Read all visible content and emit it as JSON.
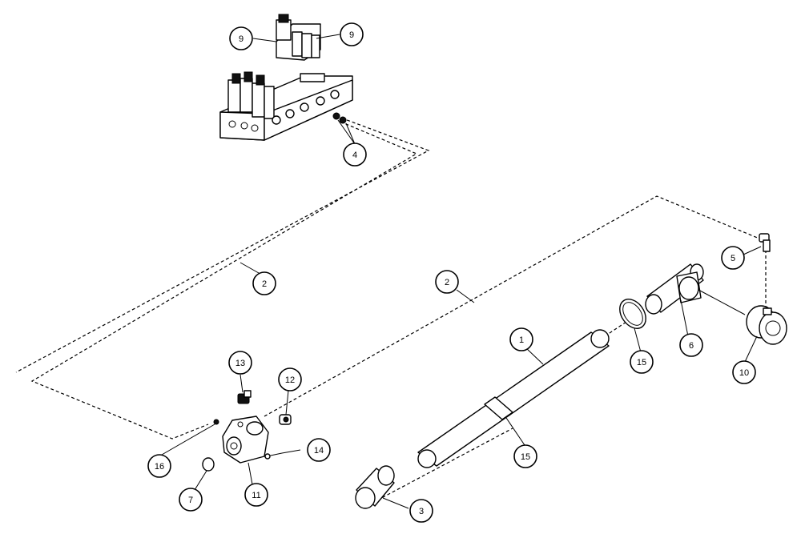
{
  "callouts": [
    {
      "id": "c9a",
      "label": "9"
    },
    {
      "id": "c9b",
      "label": "9"
    },
    {
      "id": "c4",
      "label": "4"
    },
    {
      "id": "c2a",
      "label": "2"
    },
    {
      "id": "c2b",
      "label": "2"
    },
    {
      "id": "c5",
      "label": "5"
    },
    {
      "id": "c1",
      "label": "1"
    },
    {
      "id": "c6",
      "label": "6"
    },
    {
      "id": "c15a",
      "label": "15"
    },
    {
      "id": "c10",
      "label": "10"
    },
    {
      "id": "c13",
      "label": "13"
    },
    {
      "id": "c12",
      "label": "12"
    },
    {
      "id": "c14",
      "label": "14"
    },
    {
      "id": "c16",
      "label": "16"
    },
    {
      "id": "c15b",
      "label": "15"
    },
    {
      "id": "c7",
      "label": "7"
    },
    {
      "id": "c11",
      "label": "11"
    },
    {
      "id": "c3",
      "label": "3"
    }
  ]
}
